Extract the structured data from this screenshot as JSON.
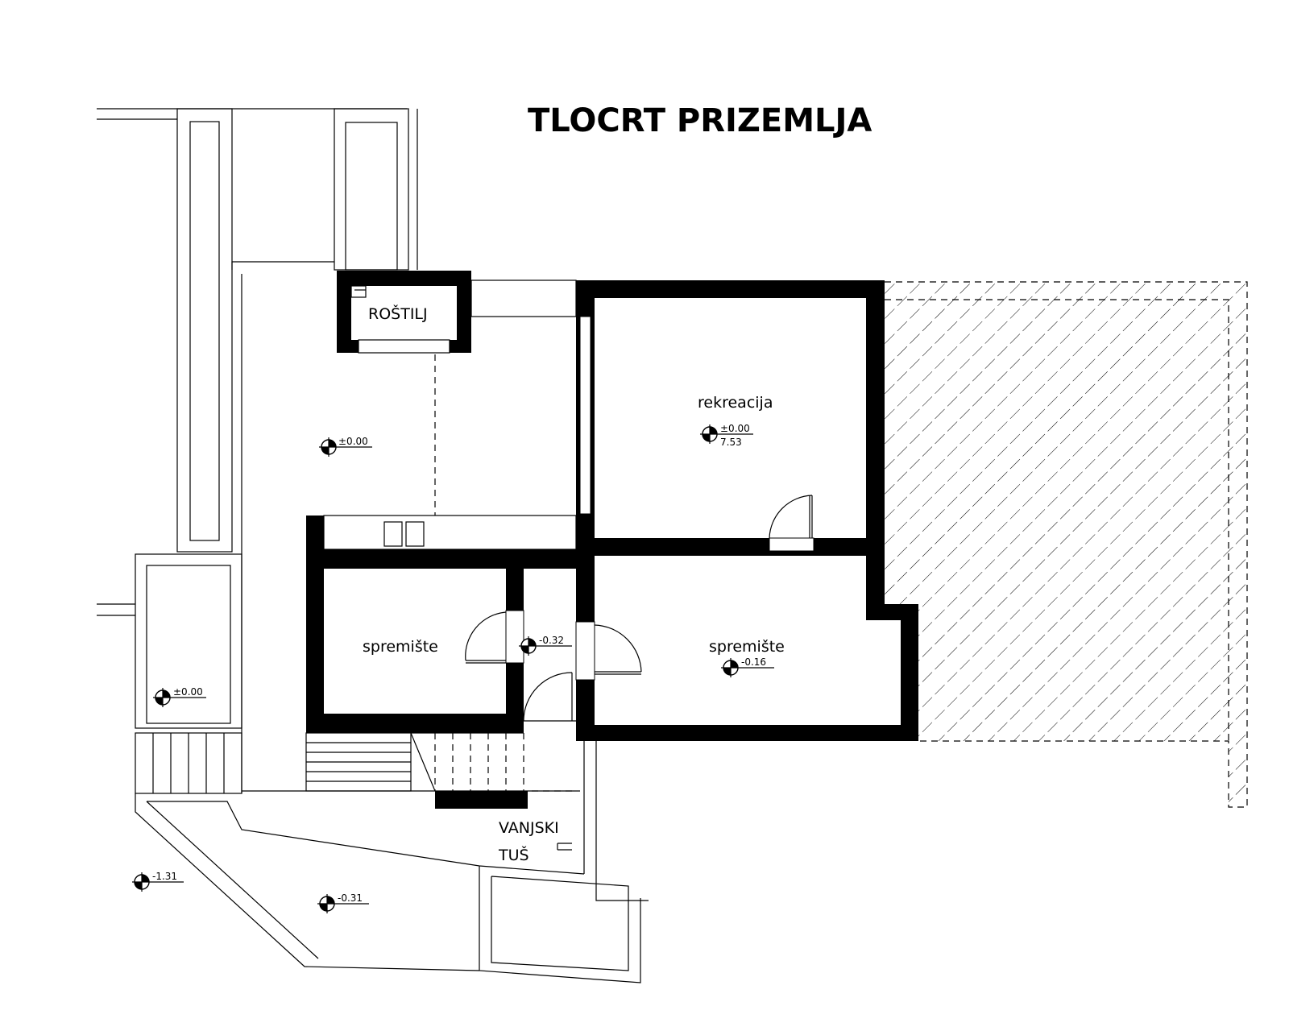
{
  "title": "TLOCRT PRIZEMLJA",
  "rooms": {
    "rostilj": "ROŠTILJ",
    "rekreacija": "rekreacija",
    "spremiste_left": "spremište",
    "spremiste_right": "spremište",
    "vanjski": "VANJSKI",
    "tus": "TUŠ"
  },
  "levels": {
    "terrace": "±0.00",
    "rekreacija_top": "±0.00",
    "rekreacija_bottom": "7.53",
    "hall": "-0.32",
    "spremiste_right": "-0.16",
    "left_small": "±0.00",
    "outside_left": "-1.31",
    "outside_path": "-0.31"
  },
  "colors": {
    "ink": "#000000",
    "paper": "#ffffff"
  }
}
